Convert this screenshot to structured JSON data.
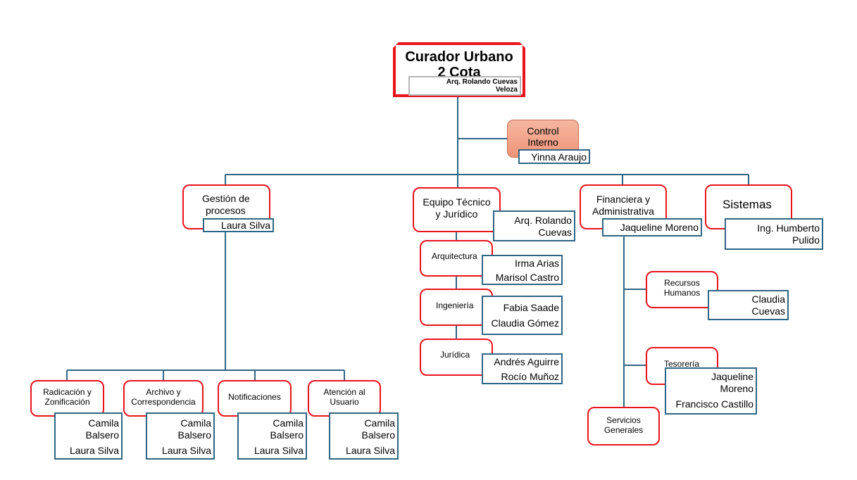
{
  "top": {
    "title_line1": "Curador Urbano",
    "title_line2": "2 Cota",
    "name_line1": "Arq. Rolando Cuevas",
    "name_line2": "Veloza"
  },
  "control": {
    "title_line1": "Control",
    "title_line2": "Interno",
    "name": "Yinna Araujo"
  },
  "gestion": {
    "title_line1": "Gestión de",
    "title_line2": "procesos",
    "name": "Laura Silva",
    "children": [
      {
        "title_line1": "Radicación y",
        "title_line2": "Zonificación",
        "names": [
          "Camila",
          "Balsero",
          "Laura Silva"
        ]
      },
      {
        "title_line1": "Archivo y",
        "title_line2": "Correspondencia",
        "names": [
          "Camila",
          "Balsero",
          "Laura Silva"
        ]
      },
      {
        "title_line1": "Notificaciones",
        "title_line2": "",
        "names": [
          "Camila",
          "Balsero",
          "Laura Silva"
        ]
      },
      {
        "title_line1": "Atención al",
        "title_line2": "Usuario",
        "names": [
          "Camila",
          "Balsero",
          "Laura Silva"
        ]
      }
    ]
  },
  "equipo": {
    "title_line1": "Equipo Técnico",
    "title_line2": "y Jurídico",
    "name_line1": "Arq. Rolando",
    "name_line2": "Cuevas",
    "children": [
      {
        "title": "Arquitectura",
        "names": [
          "Irma Arias",
          "Marisol Castro"
        ]
      },
      {
        "title": "Ingeniería",
        "names": [
          "Fabia Saade",
          "Claudia Gómez"
        ]
      },
      {
        "title": "Jurídica",
        "names": [
          "Andrés Aguirre",
          "Rocío Muñoz"
        ]
      }
    ]
  },
  "financiera": {
    "title_line1": "Financiera y",
    "title_line2": "Administrativa",
    "name": "Jaqueline Moreno",
    "recursos": {
      "title_line1": "Recursos",
      "title_line2": "Humanos",
      "names": [
        "Claudia",
        "Cuevas"
      ]
    },
    "tesoreria": {
      "title": "Tesorería",
      "names": [
        "Jaqueline",
        "Moreno",
        "Francisco Castillo"
      ]
    },
    "servicios": {
      "title_line1": "Servicios",
      "title_line2": "Generales"
    }
  },
  "sistemas": {
    "title": "Sistemas",
    "name_line1": "Ing. Humberto",
    "name_line2": "Pulido"
  }
}
